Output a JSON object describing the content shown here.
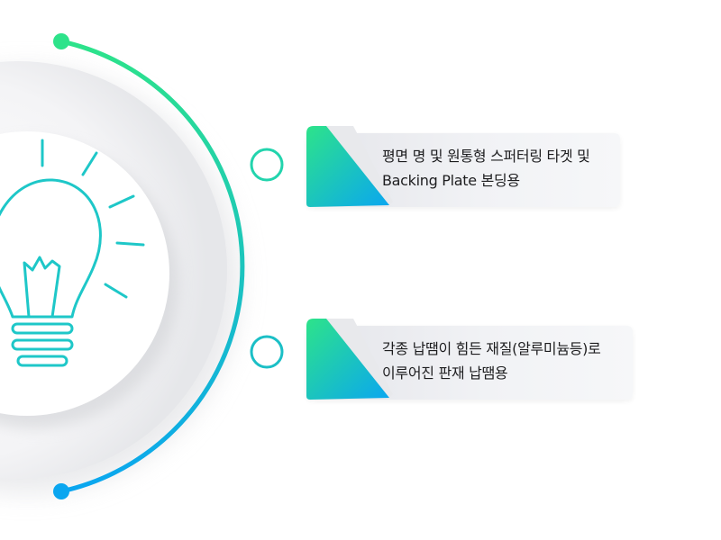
{
  "items": [
    {
      "line1": "평면 명 및 원통형 스퍼터링 타겟 및",
      "line2": "Backing Plate 본딩용"
    },
    {
      "line1": "각종 납땜이 힘든 재질(알루미늄등)로",
      "line2": "이루어진 판재 납땜용"
    }
  ],
  "colors": {
    "accent_green": "#2de38a",
    "accent_blue": "#0aa6f0",
    "icon_line": "#1ec7c8"
  },
  "icons": [
    "lightbulb-icon"
  ]
}
